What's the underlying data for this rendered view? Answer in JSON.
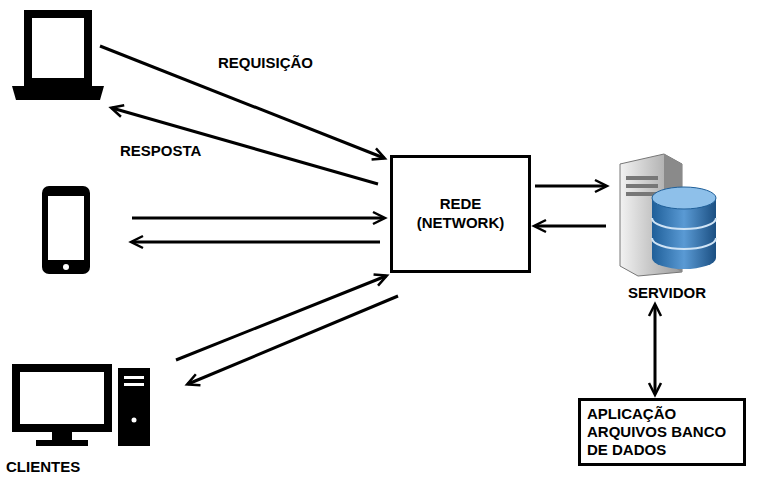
{
  "diagram": {
    "nodes": [
      {
        "text": [
          "REDE (NETWORK)"
        ]
      },
      {
        "text": [
          "SERVIDOR"
        ]
      },
      {
        "text": [
          "APLICAÇÃO ARQUIVOS BANCO DE DADOS"
        ]
      }
    ],
    "edges": [
      {
        "from": 0,
        "to": 1,
        "arrow": "to"
      },
      {
        "from": 1,
        "to": 0,
        "arrow": "to"
      },
      {
        "from": 1,
        "to": 2,
        "arrow": "both"
      }
    ],
    "labels": [
      "REQUISIÇÃO",
      "RESPOSTA",
      "CLIENTES"
    ]
  }
}
